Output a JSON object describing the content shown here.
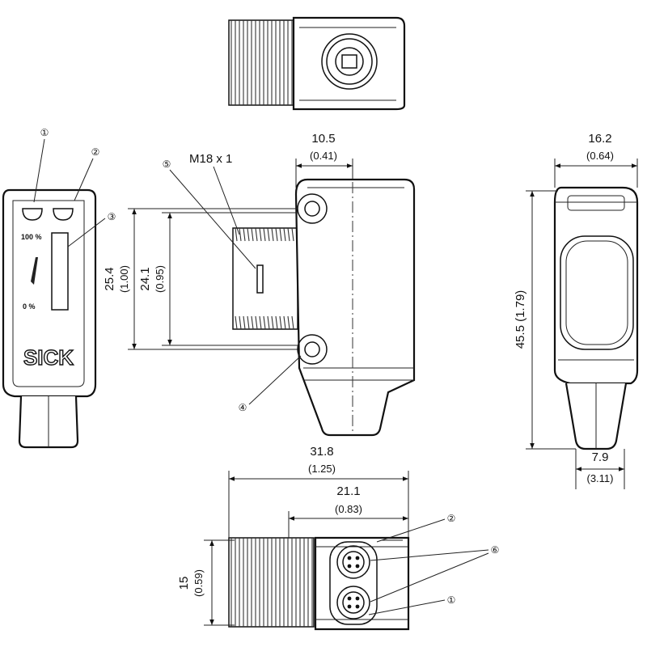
{
  "brand": {
    "logo_text": "SICK"
  },
  "front_view": {
    "label_100": "100 %",
    "label_0": "0 %"
  },
  "side_view": {
    "thread_label": "M18 x 1"
  },
  "dimensions": {
    "top_width_mm": "10.5",
    "top_width_in": "(0.41)",
    "right_width_mm": "16.2",
    "right_width_in": "(0.64)",
    "height_outer_mm": "25.4",
    "height_outer_in": "(1.00)",
    "height_inner_mm": "24.1",
    "height_inner_in": "(0.95)",
    "right_height_mm": "45.5",
    "right_height_in": "(1.79)",
    "right_bottom_mm": "7.9",
    "right_bottom_in": "(3.11)",
    "bottom_total_mm": "31.8",
    "bottom_total_in": "(1.25)",
    "bottom_inner_mm": "21.1",
    "bottom_inner_in": "(0.83)",
    "bottom_height_mm": "15",
    "bottom_height_in": "(0.59)"
  },
  "callouts": {
    "c1": "①",
    "c2": "②",
    "c3": "③",
    "c4": "④",
    "c5": "⑤",
    "c6": "⑥"
  }
}
